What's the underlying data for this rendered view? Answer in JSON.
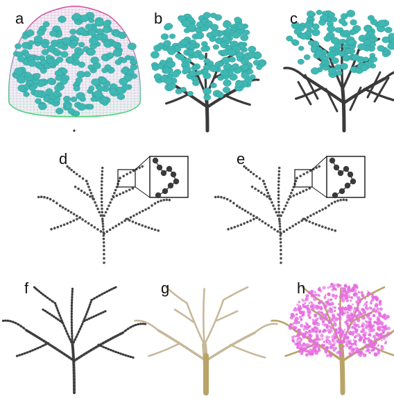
{
  "panel_labels": [
    "a",
    "b",
    "c",
    "d",
    "e",
    "f",
    "g",
    "h"
  ],
  "colors": {
    "attraction_point": "#3fb8b4",
    "branch_dark": "#3a3a3a",
    "skeleton_dot": "#4a4a4a",
    "envelope_top": "#d8449a",
    "envelope_bottom": "#38d868",
    "bark": "#c8b89a",
    "trunk": "#b8a468",
    "blossom": "#e66ee0"
  }
}
